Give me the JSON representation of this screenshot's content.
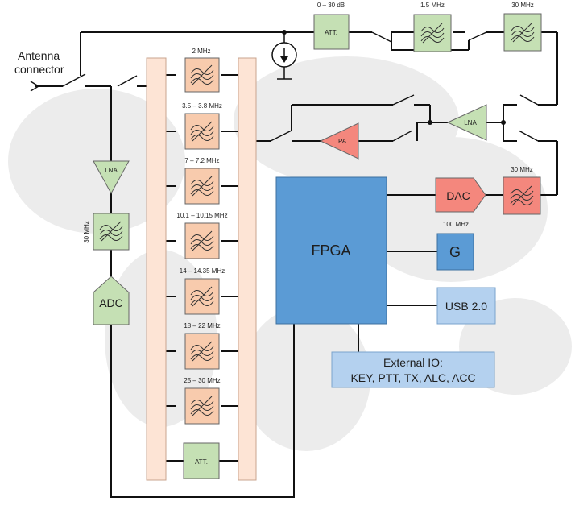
{
  "antenna_label_line1": "Antenna",
  "antenna_label_line2": "connector",
  "filter_bank": [
    {
      "label": "2 MHz"
    },
    {
      "label": "3.5 – 3.8 MHz"
    },
    {
      "label": "7 – 7.2 MHz"
    },
    {
      "label": "10.1 – 10.15 MHz"
    },
    {
      "label": "14 – 14.35 MHz"
    },
    {
      "label": "18 – 22 MHz"
    },
    {
      "label": "25 – 30 MHz"
    }
  ],
  "bank_attenuator": "ATT.",
  "rx": {
    "lna": "LNA",
    "filter_label": "30 MHz",
    "adc": "ADC"
  },
  "top_chain": {
    "att_range": "0 – 30 dB",
    "att": "ATT.",
    "filter1_label": "1.5 MHz",
    "filter2_label": "30 MHz"
  },
  "tx": {
    "pa": "PA",
    "lna": "LNA",
    "dac": "DAC",
    "filter_label": "30 MHz"
  },
  "fpga": "FPGA",
  "clock": {
    "freq": "100 MHz",
    "label": "G"
  },
  "usb": "USB 2.0",
  "external_io": {
    "line1": "External IO:",
    "line2": "KEY, PTT, TX, ALC, ACC"
  },
  "colors": {
    "filter_fill": "#f8cbad",
    "green_fill": "#c5e0b4",
    "red_fill": "#f4877d",
    "blue_fill": "#5b9bd5",
    "light_blue_fill": "#b4d1ef",
    "bus_fill": "#fde4d5"
  }
}
